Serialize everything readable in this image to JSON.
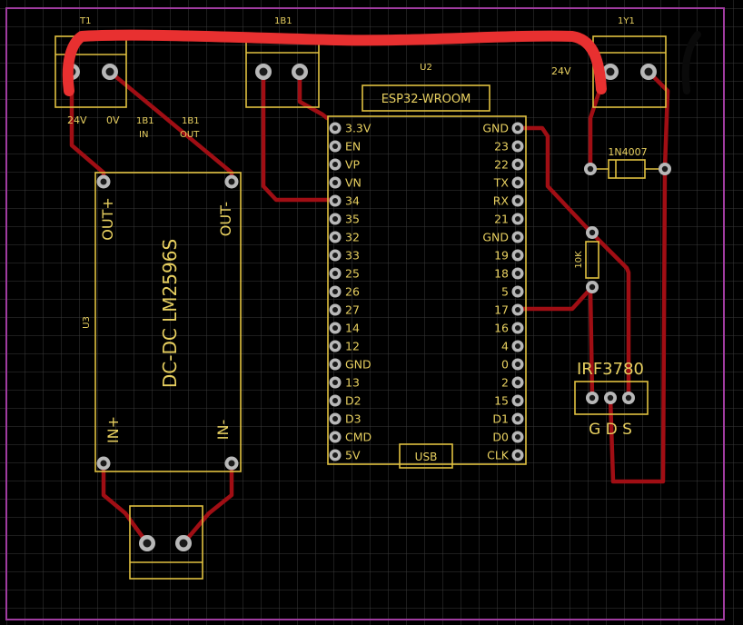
{
  "colors": {
    "background": "#000000",
    "grid": "#3a3a3a",
    "board_outline": "#a03ca0",
    "silkscreen": "#e0c040",
    "trace": "#a00e14",
    "marker": "#e83030",
    "pad": "#b8b8b8"
  },
  "t1": {
    "ref": "T1",
    "pin1": "24V",
    "pin2": "0V"
  },
  "b1": {
    "ref": "1B1",
    "in_line1": "1B1",
    "in_line2": "IN",
    "out_line1": "1B1",
    "out_line2": "OUT"
  },
  "y1": {
    "ref": "1Y1",
    "voltage": "24V"
  },
  "u2": {
    "ref": "U2",
    "name": "ESP32-WROOM",
    "usb": "USB",
    "left_pins": [
      "3.3V",
      "EN",
      "VP",
      "VN",
      "34",
      "35",
      "32",
      "33",
      "25",
      "26",
      "27",
      "14",
      "12",
      "GND",
      "13",
      "D2",
      "D3",
      "CMD",
      "5V"
    ],
    "right_pins": [
      "GND",
      "23",
      "22",
      "TX",
      "RX",
      "21",
      "GND",
      "19",
      "18",
      "5",
      "17",
      "16",
      "4",
      "0",
      "2",
      "15",
      "D1",
      "D0",
      "CLK"
    ]
  },
  "u3": {
    "ref": "U3",
    "name": "DC-DC LM2596S",
    "out_plus": "OUT+",
    "out_minus": "OUT-",
    "in_plus": "IN+",
    "in_minus": "IN-"
  },
  "diode": {
    "name": "1N4007"
  },
  "resistor": {
    "value": "10K"
  },
  "mosfet": {
    "name": "IRF3780",
    "pins": "G D S"
  }
}
